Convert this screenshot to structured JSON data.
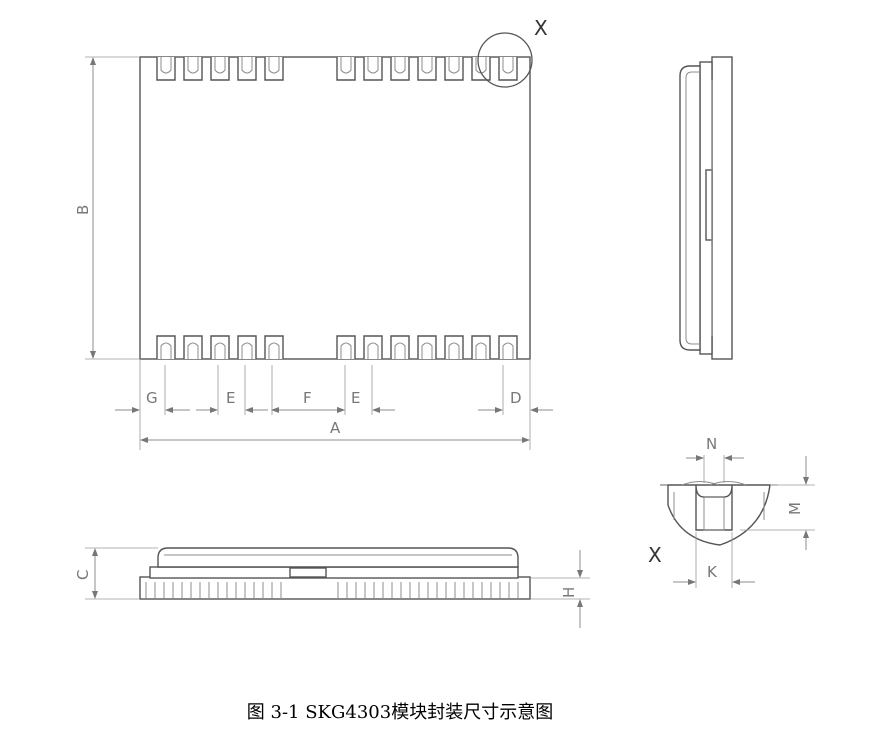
{
  "figure": {
    "caption": "图 3-1 SKG4303模块封装尺寸示意图",
    "detail_marker_top": "X",
    "detail_marker_detail": "X"
  },
  "dimensions": {
    "A": "A",
    "B": "B",
    "C": "C",
    "D": "D",
    "E1": "E",
    "E2": "E",
    "F": "F",
    "G": "G",
    "H": "H",
    "K": "K",
    "M": "M",
    "N": "N"
  }
}
